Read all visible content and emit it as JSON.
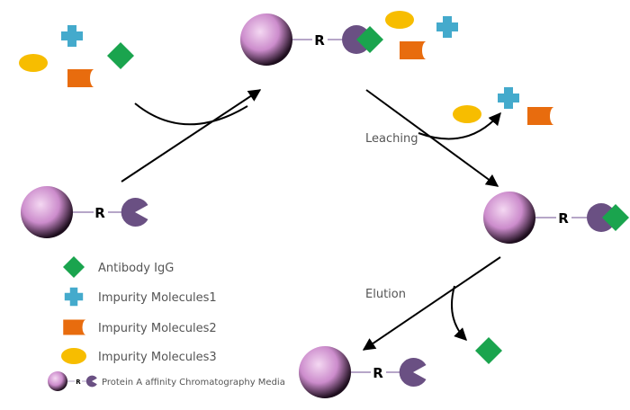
{
  "steps": {
    "leaching": "Leaching",
    "elution": "Elution"
  },
  "ligand_symbol": "R",
  "legend": {
    "antibody": "Antibody IgG",
    "impurity1": "Impurity Molecules1",
    "impurity2": "Impurity Molecules2",
    "impurity3": "Impurity Molecules3",
    "media": "Protein A affinity Chromatography Media"
  },
  "colors": {
    "antibody": "#1aa44e",
    "impurity1": "#44aacc",
    "impurity2": "#e86c0e",
    "impurity3": "#f7bd00",
    "ligand": "#6a5083",
    "linker": "#b6a6c8",
    "bead_light": "#f4d8f2",
    "bead_mid": "#cc8ccc",
    "bead_dark": "#1e0e1e"
  },
  "icons": {
    "antibody": "green-diamond",
    "impurity1": "blue-cross",
    "impurity2": "orange-half-cylinder",
    "impurity3": "yellow-ellipse",
    "media": "pink-bead-with-ligand"
  }
}
